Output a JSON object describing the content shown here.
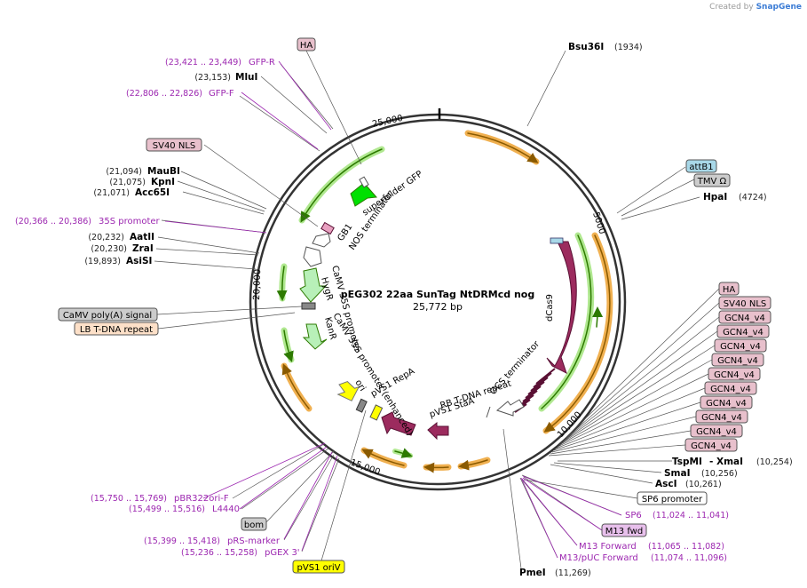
{
  "credit": {
    "prefix": "Created by",
    "brand": "SnapGene"
  },
  "plasmid": {
    "name": "pEG302 22aa SunTag NtDRMcd nog",
    "length": "25,772 bp"
  },
  "ruler": [
    "25,000",
    "5000",
    "10,000",
    "15,000",
    "20,000"
  ],
  "left_labels": [
    {
      "text": "HA",
      "kind": "box",
      "color": "#e8c0cc"
    },
    {
      "text": "GFP-R",
      "pos": "(23,421 .. 23,449)",
      "kind": "primer"
    },
    {
      "text": "MluI",
      "pos": "(23,153)",
      "kind": "enzyme"
    },
    {
      "text": "GFP-F",
      "pos": "(22,806 .. 22,826)",
      "kind": "primer"
    },
    {
      "text": "SV40 NLS",
      "kind": "box",
      "color": "#e8c0cc"
    },
    {
      "text": "MauBI",
      "pos": "(21,094)",
      "kind": "enzyme"
    },
    {
      "text": "KpnI",
      "pos": "(21,075)",
      "kind": "enzyme"
    },
    {
      "text": "Acc65I",
      "pos": "(21,071)",
      "kind": "enzyme"
    },
    {
      "text": "35S promoter",
      "pos": "(20,366 .. 20,386)",
      "kind": "primer"
    },
    {
      "text": "AatII",
      "pos": "(20,232)",
      "kind": "enzyme"
    },
    {
      "text": "ZraI",
      "pos": "(20,230)",
      "kind": "enzyme"
    },
    {
      "text": "AsiSI",
      "pos": "(19,893)",
      "kind": "enzyme"
    },
    {
      "text": "CaMV poly(A) signal",
      "kind": "box",
      "color": "#cccccc"
    },
    {
      "text": "LB T-DNA repeat",
      "kind": "box",
      "color": "#fde0c8"
    },
    {
      "text": "pBR322ori-F",
      "pos": "(15,750 .. 15,769)",
      "kind": "primer"
    },
    {
      "text": "L4440",
      "pos": "(15,499 .. 15,516)",
      "kind": "primer"
    },
    {
      "text": "bom",
      "kind": "box",
      "color": "#cccccc"
    },
    {
      "text": "pRS-marker",
      "pos": "(15,399 .. 15,418)",
      "kind": "primer"
    },
    {
      "text": "pGEX 3'",
      "pos": "(15,236 .. 15,258)",
      "kind": "primer"
    },
    {
      "text": "pVS1 oriV",
      "kind": "box",
      "color": "#ffff00"
    }
  ],
  "right_labels": [
    {
      "text": "Bsu36I",
      "pos": "(1934)",
      "kind": "enzyme"
    },
    {
      "text": "attB1",
      "kind": "box",
      "color": "#a8d8e8"
    },
    {
      "text": "TMV Ω",
      "kind": "box",
      "color": "#cccccc"
    },
    {
      "text": "HpaI",
      "pos": "(4724)",
      "kind": "enzyme"
    },
    {
      "text": "HA",
      "kind": "box",
      "color": "#e8c0cc"
    },
    {
      "text": "SV40 NLS",
      "kind": "box",
      "color": "#e8c0cc"
    },
    {
      "text": "GCN4_v4",
      "kind": "box",
      "color": "#e8c0cc"
    },
    {
      "text": "TspMI",
      "kind": "enzyme"
    },
    {
      "text": "XmaI",
      "pos": "(10,254)",
      "kind": "enzyme"
    },
    {
      "text": "SmaI",
      "pos": "(10,256)",
      "kind": "enzyme"
    },
    {
      "text": "AscI",
      "pos": "(10,261)",
      "kind": "enzyme"
    },
    {
      "text": "SP6 promoter",
      "kind": "box",
      "color": "#ffffff"
    },
    {
      "text": "SP6",
      "pos": "(11,024 .. 11,041)",
      "kind": "primer"
    },
    {
      "text": "M13 fwd",
      "kind": "box",
      "color": "#e8c0ec"
    },
    {
      "text": "M13 Forward",
      "pos": "(11,065 .. 11,082)",
      "kind": "primer"
    },
    {
      "text": "M13/pUC Forward",
      "pos": "(11,074 .. 11,096)",
      "kind": "primer"
    },
    {
      "text": "PmeI",
      "pos": "(11,269)",
      "kind": "enzyme"
    }
  ],
  "inner_features": [
    "superfolder GFP",
    "NOS terminator",
    "GB1",
    "CaMV 35S promoter",
    "HygR",
    "KanR",
    "CaMV 35S promoter (enhanced)",
    "ori",
    "pVS1 RepA",
    "dCas9",
    "OCS terminator",
    "RB T-DNA repeat",
    "pVS1 StaA"
  ]
}
